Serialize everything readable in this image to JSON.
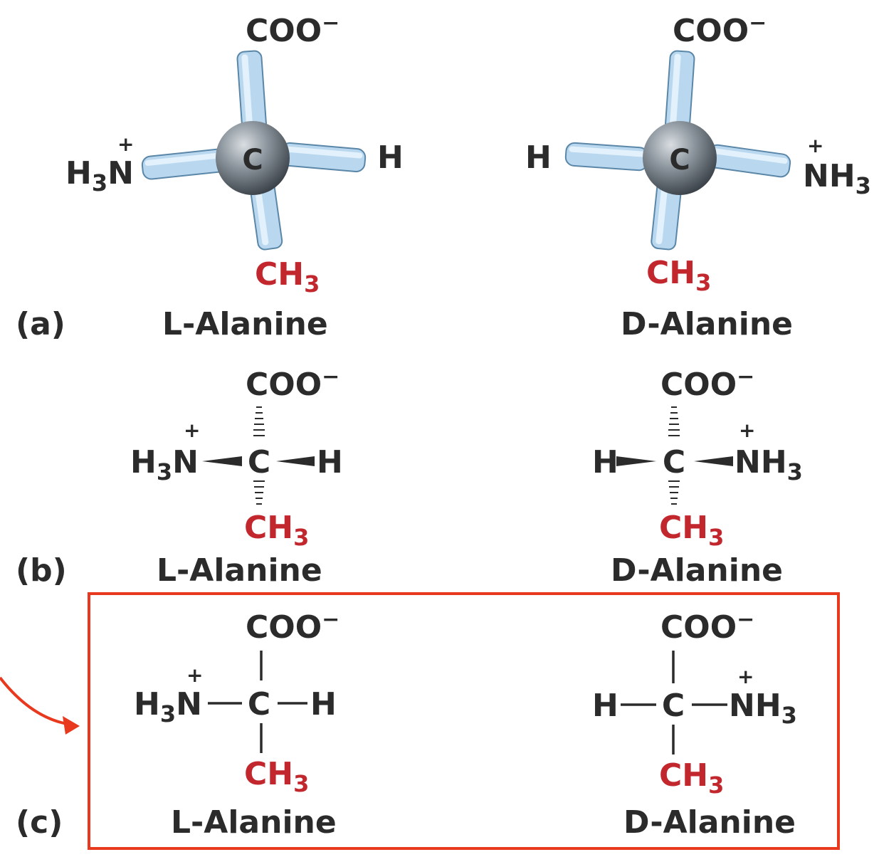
{
  "panels": {
    "a": {
      "label": "(a)",
      "left": {
        "top": "COO",
        "top_charge": "−",
        "left": "H3N",
        "left_charge": "+",
        "right": "H",
        "bottom": "CH3",
        "center": "C",
        "name": "L-Alanine"
      },
      "right": {
        "top": "COO",
        "top_charge": "−",
        "left": "H",
        "right": "NH3",
        "right_charge": "+",
        "bottom": "CH3",
        "center": "C",
        "name": "D-Alanine"
      }
    },
    "b": {
      "label": "(b)",
      "left": {
        "top": "COO",
        "top_charge": "−",
        "left": "H3N",
        "left_charge": "+",
        "right": "H",
        "bottom": "CH3",
        "center": "C",
        "name": "L-Alanine"
      },
      "right": {
        "top": "COO",
        "top_charge": "−",
        "left": "H",
        "right": "NH3",
        "right_charge": "+",
        "bottom": "CH3",
        "center": "C",
        "name": "D-Alanine"
      }
    },
    "c": {
      "label": "(c)",
      "left": {
        "top": "COO",
        "top_charge": "−",
        "left": "H3N",
        "left_charge": "+",
        "right": "H",
        "bottom": "CH3",
        "center": "C",
        "name": "L-Alanine"
      },
      "right": {
        "top": "COO",
        "top_charge": "−",
        "left": "H",
        "right": "NH3",
        "right_charge": "+",
        "bottom": "CH3",
        "center": "C",
        "name": "D-Alanine"
      }
    }
  },
  "colors": {
    "text": "#2b2b2b",
    "methyl": "#c1272d",
    "highlight_box": "#e8391f",
    "rods": "#b9d8ef",
    "carbon": "#7d8790"
  }
}
